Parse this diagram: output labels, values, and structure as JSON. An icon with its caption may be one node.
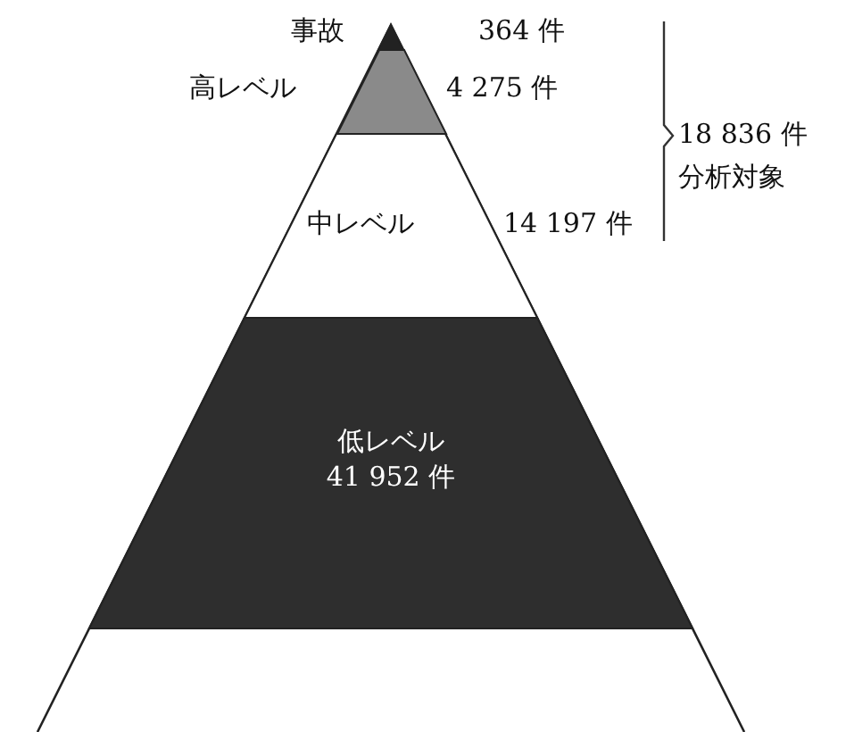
{
  "diagram": {
    "nodes": [
      {
        "text": [
          "事故",
          "364 件"
        ]
      },
      {
        "text": [
          "高レベル",
          "4 275 件"
        ]
      },
      {
        "text": [
          "中レベル",
          "14 197 件"
        ]
      },
      {
        "text": [
          "低レベル",
          "41 952 件"
        ]
      }
    ],
    "labels": [
      "18 836 件",
      "分析対象"
    ]
  }
}
